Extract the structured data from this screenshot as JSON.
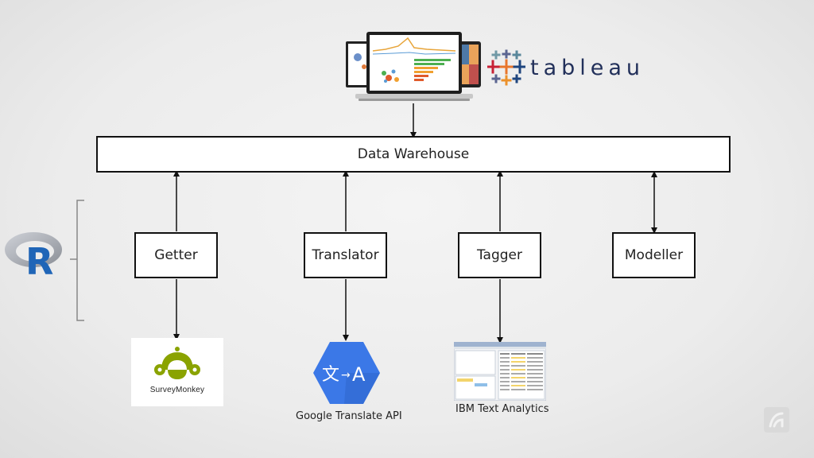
{
  "diagram": {
    "warehouse_label": "Data Warehouse",
    "components": [
      {
        "id": "getter",
        "label": "Getter"
      },
      {
        "id": "translator",
        "label": "Translator"
      },
      {
        "id": "tagger",
        "label": "Tagger"
      },
      {
        "id": "modeller",
        "label": "Modeller"
      }
    ],
    "services": {
      "surveymonkey_logo_text": "SurveyMonkey",
      "google_translate_caption": "Google Translate API",
      "ibm_caption": "IBM Text Analytics"
    },
    "tools": {
      "tableau_wordmark": "tableau",
      "r_logo_letter": "R"
    }
  },
  "colors": {
    "box_border": "#111111",
    "tableau_navy": "#22305a",
    "google_blue": "#3b78e7",
    "surveymonkey_green": "#8aa300",
    "r_blue": "#1f65b7"
  }
}
